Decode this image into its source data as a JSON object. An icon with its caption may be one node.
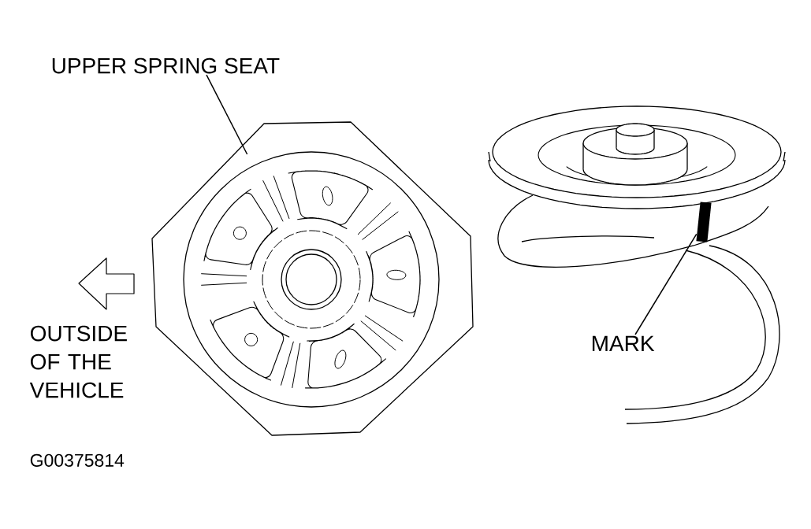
{
  "diagram": {
    "nodes": [
      {
        "text": [
          "UPPER SPRING SEAT"
        ]
      },
      {
        "text": [],
        "shape": "picture"
      },
      {
        "text": [
          "MARK"
        ]
      },
      {
        "text": [],
        "shape": "bar"
      }
    ],
    "edges": [
      {
        "from": 0,
        "to": 1,
        "arrow": "none"
      },
      {
        "from": 2,
        "to": 3,
        "arrow": "none"
      }
    ],
    "labels": [
      "OUTSIDE OF THE VEHICLE",
      "G00375814"
    ]
  }
}
